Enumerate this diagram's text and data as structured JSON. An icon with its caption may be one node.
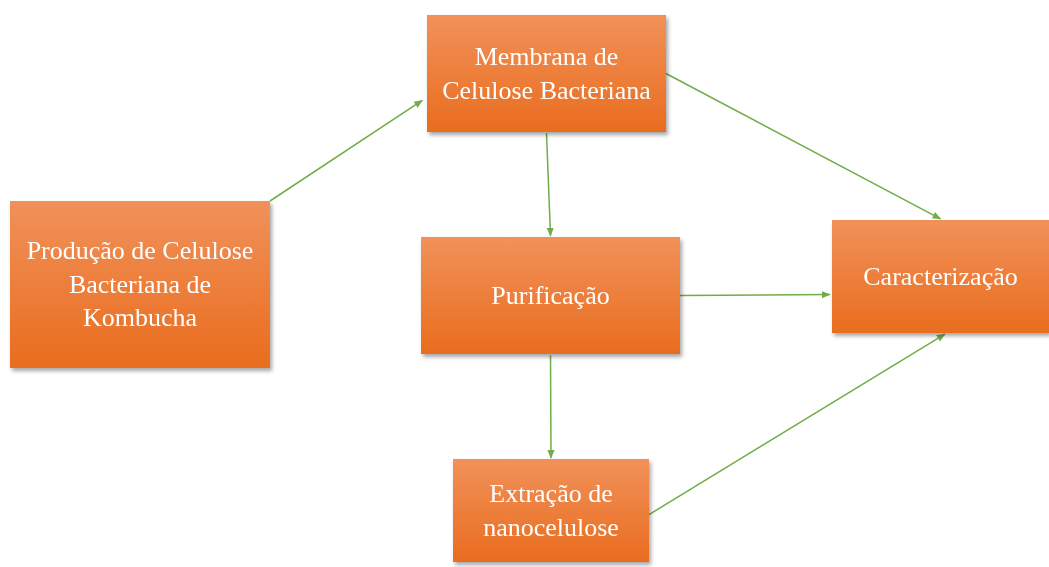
{
  "diagram": {
    "nodes": [
      {
        "text": [
          "Produção de Celulose Bacteriana de Kombucha"
        ]
      },
      {
        "text": [
          "Membrana de Celulose Bacteriana"
        ]
      },
      {
        "text": [
          "Purificação"
        ]
      },
      {
        "text": [
          "Caracterização"
        ]
      },
      {
        "text": [
          "Extração de nanocelulose"
        ]
      }
    ],
    "edges": [
      {
        "from": 0,
        "to": 1,
        "arrow": "to"
      },
      {
        "from": 1,
        "to": 2,
        "arrow": "to"
      },
      {
        "from": 1,
        "to": 3,
        "arrow": "to"
      },
      {
        "from": 2,
        "to": 3,
        "arrow": "to"
      },
      {
        "from": 2,
        "to": 4,
        "arrow": "to"
      },
      {
        "from": 4,
        "to": 3,
        "arrow": "to"
      }
    ]
  }
}
